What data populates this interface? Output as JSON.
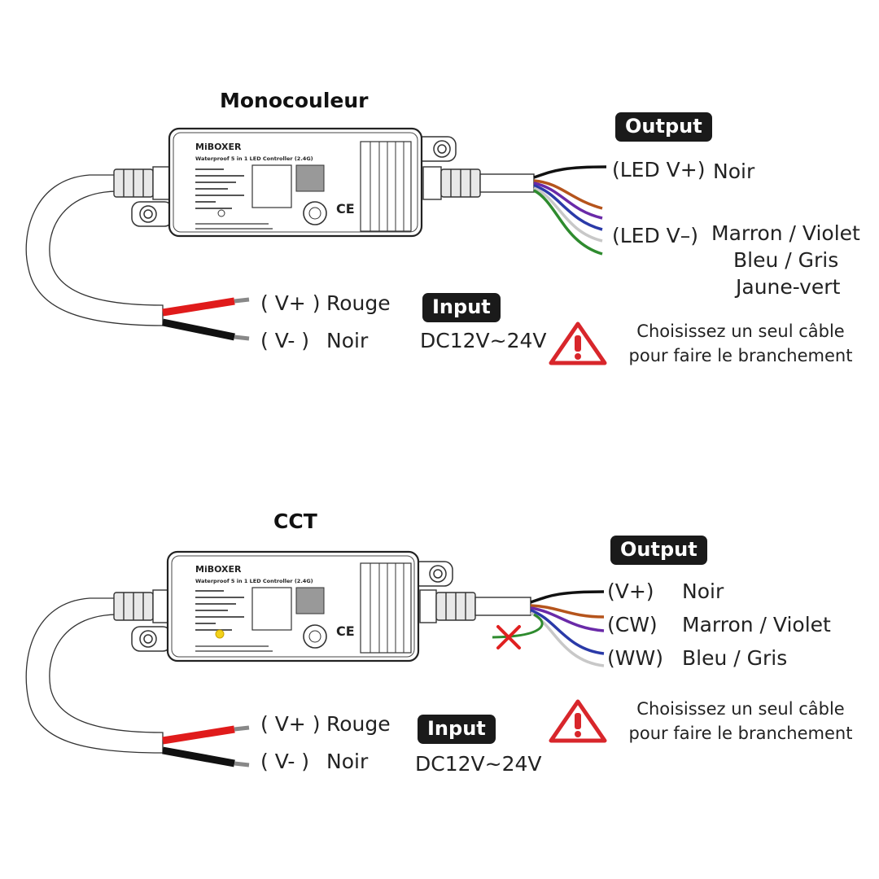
{
  "diagrams": [
    {
      "title": "Monocouleur",
      "device_brand": "MiBOXER",
      "device_model_line": "Waterproof 5 in 1 LED Controller (2.4G)",
      "output": {
        "badge": "Output",
        "rows": [
          {
            "terminal": "(LED V+)",
            "colors": "Noir"
          },
          {
            "terminal": "(LED V–)",
            "colors": "Marron / Violet"
          },
          {
            "terminal": "",
            "colors": "Bleu / Gris"
          },
          {
            "terminal": "",
            "colors": "Jaune-vert"
          }
        ],
        "wire_colors": [
          "#111111",
          "#b5541c",
          "#6a2aa8",
          "#2a3aa8",
          "#c8c8c8",
          "#2e8b2e"
        ]
      },
      "input": {
        "badge": "Input",
        "voltage": "DC12V~24V",
        "rows": [
          {
            "terminal": "( V+ )",
            "color": "Rouge"
          },
          {
            "terminal": "( V- )",
            "color": "Noir"
          }
        ],
        "wire_colors": [
          "#e01b1b",
          "#111111"
        ]
      },
      "warning": {
        "line1": "Choisissez un seul câble",
        "line2": "pour faire le branchement"
      }
    },
    {
      "title": "CCT",
      "device_brand": "MiBOXER",
      "device_model_line": "Waterproof 5 in 1 LED Controller (2.4G)",
      "output": {
        "badge": "Output",
        "rows": [
          {
            "terminal": "(V+)",
            "colors": "Noir"
          },
          {
            "terminal": "(CW)",
            "colors": "Marron / Violet"
          },
          {
            "terminal": "(WW)",
            "colors": "Bleu / Gris"
          }
        ],
        "wire_colors": [
          "#111111",
          "#b5541c",
          "#6a2aa8",
          "#2a3aa8",
          "#c8c8c8"
        ],
        "unused_wire_color": "#2e8b2e"
      },
      "input": {
        "badge": "Input",
        "voltage": "DC12V~24V",
        "rows": [
          {
            "terminal": "( V+ )",
            "color": "Rouge"
          },
          {
            "terminal": "( V- )",
            "color": "Noir"
          }
        ],
        "wire_colors": [
          "#e01b1b",
          "#111111"
        ]
      },
      "warning": {
        "line1": "Choisissez un seul câble",
        "line2": "pour faire le branchement"
      }
    }
  ],
  "colors": {
    "warning_red": "#d8262b",
    "badge_bg": "#1a1a1a",
    "indicator_yellow": "#f3d21a"
  }
}
